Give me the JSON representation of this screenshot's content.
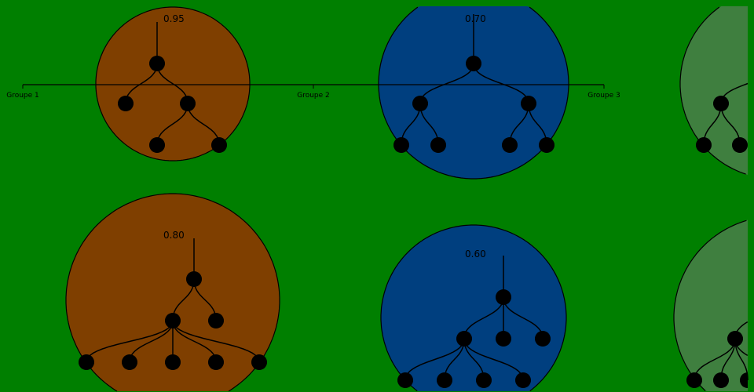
{
  "colors": {
    "background": "#007f00",
    "group1": "#7f3f00",
    "group2": "#003f7f",
    "group3": "#3f7f3f"
  },
  "axis": {
    "labels": [
      "Groupe 1",
      "Groupe 2",
      "Groupe 3"
    ]
  },
  "trees": [
    {
      "group": "group1",
      "row": 0,
      "label": "0.95"
    },
    {
      "group": "group2",
      "row": 0,
      "label": "0.70"
    },
    {
      "group": "group3",
      "row": 0,
      "label": ""
    },
    {
      "group": "group1",
      "row": 1,
      "label": "0.80"
    },
    {
      "group": "group2",
      "row": 1,
      "label": "0.60"
    },
    {
      "group": "group3",
      "row": 1,
      "label": ""
    }
  ]
}
